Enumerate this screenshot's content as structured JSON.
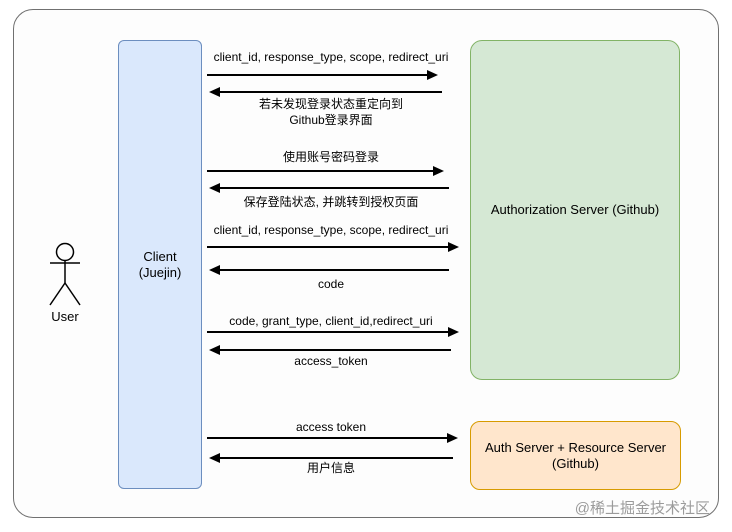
{
  "watermark": "@稀土掘金技术社区",
  "actors": {
    "user": {
      "label": "User"
    },
    "client": {
      "line1": "Client",
      "line2": "(Juejin)"
    },
    "auth_server": {
      "label": "Authorization Server (Github)"
    },
    "auth_resource_server": {
      "line1": "Auth Server + Resource Server",
      "line2": "(Github)"
    }
  },
  "messages": [
    {
      "direction": "right",
      "label": "client_id, response_type, scope, redirect_uri"
    },
    {
      "direction": "left",
      "label": "若未发现登录状态重定向到",
      "label2": "Github登录界面"
    },
    {
      "direction": "right",
      "label": "使用账号密码登录"
    },
    {
      "direction": "left",
      "label": "保存登陆状态, 并跳转到授权页面"
    },
    {
      "direction": "right",
      "label": "client_id, response_type, scope, redirect_uri"
    },
    {
      "direction": "left",
      "label": "code"
    },
    {
      "direction": "right",
      "label": "code, grant_type, client_id,redirect_uri"
    },
    {
      "direction": "left",
      "label": "access_token"
    },
    {
      "direction": "right",
      "label": "access token"
    },
    {
      "direction": "left",
      "label": "用户信息"
    }
  ],
  "colors": {
    "canvas_background": "#ffffff",
    "frame_border": "#707070",
    "client_fill": "#dae8fc",
    "client_border": "#6c8ebf",
    "auth_server_fill": "#d5e8d4",
    "auth_server_border": "#82b366",
    "resource_server_fill": "#ffe6cc",
    "resource_server_border": "#d79b00",
    "arrow": "#000000",
    "text": "#000000",
    "watermark": "#9b9b9b"
  }
}
